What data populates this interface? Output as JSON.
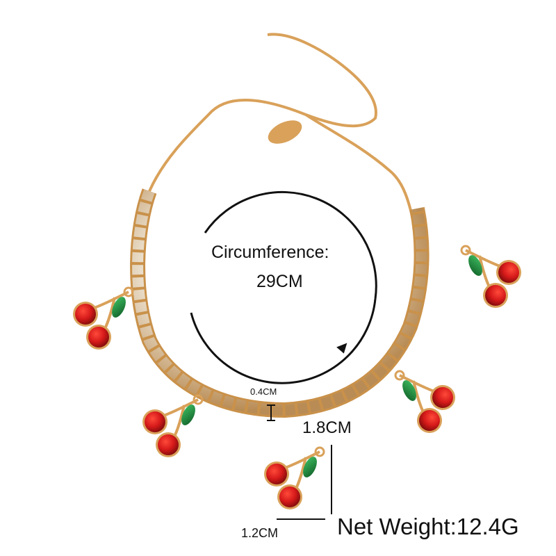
{
  "product": {
    "description": "Gold-tone rhinestone tennis anklet with red crystal cherry charms and green crystal leaves, lobster clasp and extender chain"
  },
  "annotations": {
    "circumference_label": "Circumference:",
    "circumference_value": "29CM",
    "stone_height": "0.4CM",
    "charm_length": "1.8CM",
    "charm_width": "1.2CM",
    "net_weight": "Net Weight:12.4G"
  },
  "colors": {
    "gold": "#d9a15a",
    "gold_dark": "#b97a35",
    "cherry_red": "#d61a1a",
    "cherry_dark": "#8e0d0d",
    "leaf_green": "#1e8a3c",
    "stone": "#efe8dc",
    "text": "#111111"
  }
}
